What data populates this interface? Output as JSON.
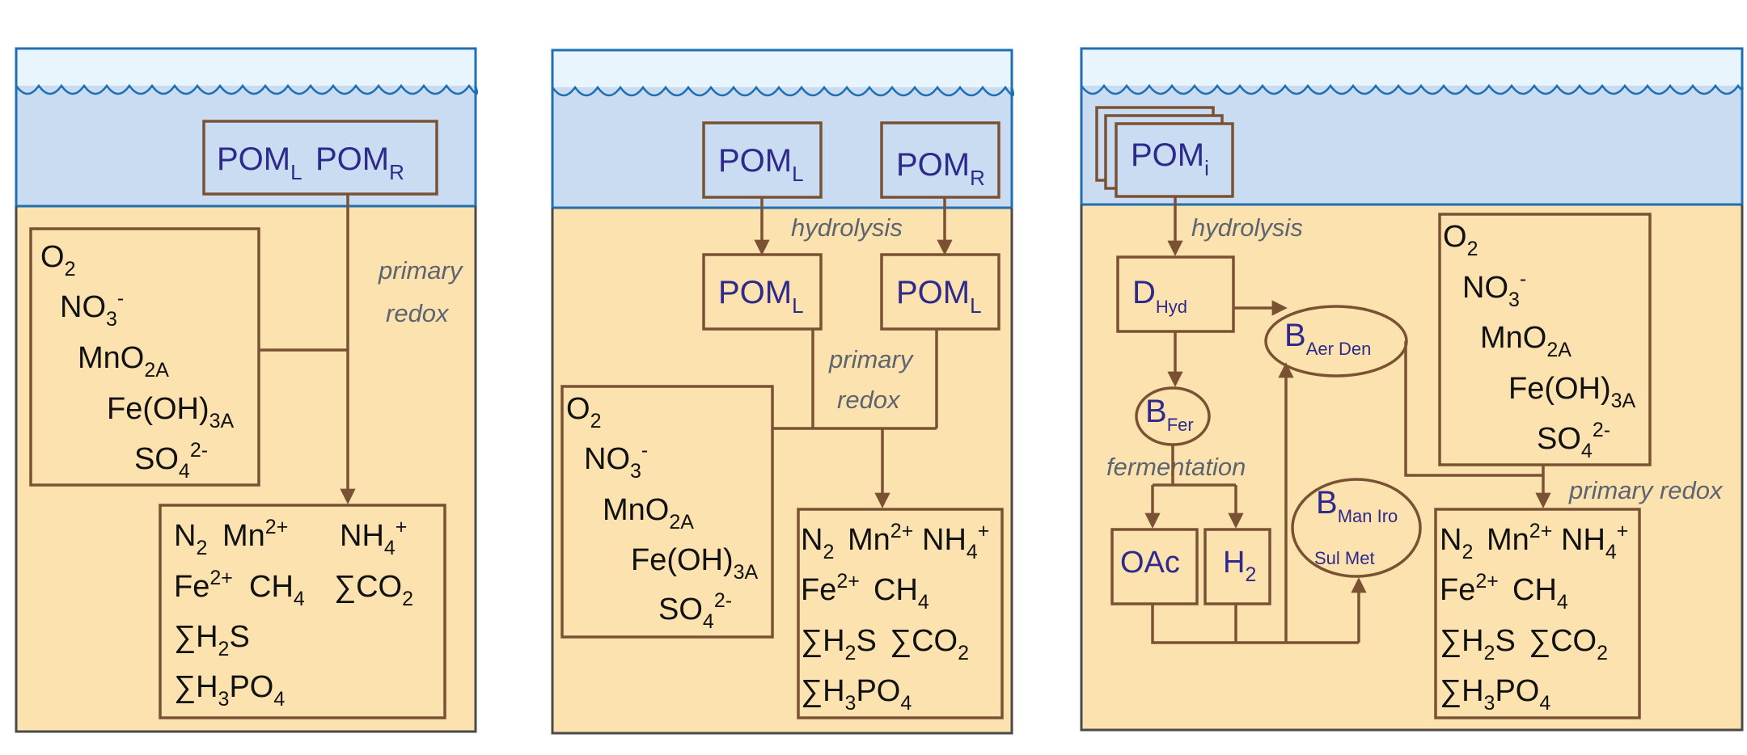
{
  "colors": {
    "water": "#c9dcf2",
    "water_top": "#e8f5fd",
    "sediment": "#fce2af",
    "box_stroke": "#7a5233",
    "panel_stroke": "#1f6fb2",
    "pom_text": "#2e2a8c"
  },
  "panel1": {
    "pom_l": "POM",
    "pom_l_sub": "L",
    "pom_r": "POM",
    "pom_r_sub": "R",
    "label_primary": "primary",
    "label_redox": "redox",
    "oxidants": {
      "o2": "O",
      "o2_sub": "2",
      "no3": "NO",
      "no3_sub": "3",
      "no3_sup": "-",
      "mno2": "MnO",
      "mno2_sub": "2A",
      "feoh": "Fe(OH)",
      "feoh_sub": "3A",
      "so4": "SO",
      "so4_sub": "4",
      "so4_sup": "2-"
    },
    "products": {
      "n2": "N",
      "n2_sub": "2",
      "mn": "Mn",
      "mn_sup": "2+",
      "nh4": "NH",
      "nh4_sub": "4",
      "nh4_sup": "+",
      "fe": "Fe",
      "fe_sup": "2+",
      "ch4": "CH",
      "ch4_sub": "4",
      "co2": "∑CO",
      "co2_sub": "2",
      "h2s": "∑H",
      "h2s_sub": "2",
      "h2s_tail": "S",
      "h3po4": "∑H",
      "h3po4_sub": "3",
      "h3po4_mid": "PO",
      "h3po4_sub2": "4"
    }
  },
  "panel2": {
    "pom_l": "POM",
    "pom_l_sub": "L",
    "pom_r": "POM",
    "pom_r_sub": "R",
    "pom_l2a": "POM",
    "pom_l2a_sub": "L",
    "pom_l2b": "POM",
    "pom_l2b_sub": "L",
    "label_hydrolysis": "hydrolysis",
    "label_primary": "primary",
    "label_redox": "redox",
    "oxidants": {
      "o2": "O",
      "o2_sub": "2",
      "no3": "NO",
      "no3_sub": "3",
      "no3_sup": "-",
      "mno2": "MnO",
      "mno2_sub": "2A",
      "feoh": "Fe(OH)",
      "feoh_sub": "3A",
      "so4": "SO",
      "so4_sub": "4",
      "so4_sup": "2-"
    },
    "products": {
      "n2": "N",
      "n2_sub": "2",
      "mn": "Mn",
      "mn_sup": "2+",
      "nh4": "NH",
      "nh4_sub": "4",
      "nh4_sup": "+",
      "fe": "Fe",
      "fe_sup": "2+",
      "ch4": "CH",
      "ch4_sub": "4",
      "h2s": "∑H",
      "h2s_sub": "2",
      "h2s_tail": "S",
      "co2": "∑CO",
      "co2_sub": "2",
      "h3po4": "∑H",
      "h3po4_sub": "3",
      "h3po4_mid": "PO",
      "h3po4_sub2": "4"
    }
  },
  "panel3": {
    "pom_i": "POM",
    "pom_i_sub": "i",
    "label_hydrolysis": "hydrolysis",
    "d_hyd": "D",
    "d_hyd_sub": "Hyd",
    "b_fer": "B",
    "b_fer_sub": "Fer",
    "b_aer": "B",
    "b_aer_sub": "Aer Den",
    "b_man": "B",
    "b_man_sub": "Man Iro",
    "b_man_line2": "Sul Met",
    "label_fermentation": "fermentation",
    "oac": "OAc",
    "h2": "H",
    "h2_sub": "2",
    "label_primary_redox": "primary redox",
    "oxidants": {
      "o2": "O",
      "o2_sub": "2",
      "no3": "NO",
      "no3_sub": "3",
      "no3_sup": "-",
      "mno2": "MnO",
      "mno2_sub": "2A",
      "feoh": "Fe(OH)",
      "feoh_sub": "3A",
      "so4": "SO",
      "so4_sub": "4",
      "so4_sup": "2-"
    },
    "products": {
      "n2": "N",
      "n2_sub": "2",
      "mn": "Mn",
      "mn_sup": "2+",
      "nh4": "NH",
      "nh4_sub": "4",
      "nh4_sup": "+",
      "fe": "Fe",
      "fe_sup": "2+",
      "ch4": "CH",
      "ch4_sub": "4",
      "h2s": "∑H",
      "h2s_sub": "2",
      "h2s_tail": "S",
      "co2": "∑CO",
      "co2_sub": "2",
      "h3po4": "∑H",
      "h3po4_sub": "3",
      "h3po4_mid": "PO",
      "h3po4_sub2": "4"
    }
  }
}
